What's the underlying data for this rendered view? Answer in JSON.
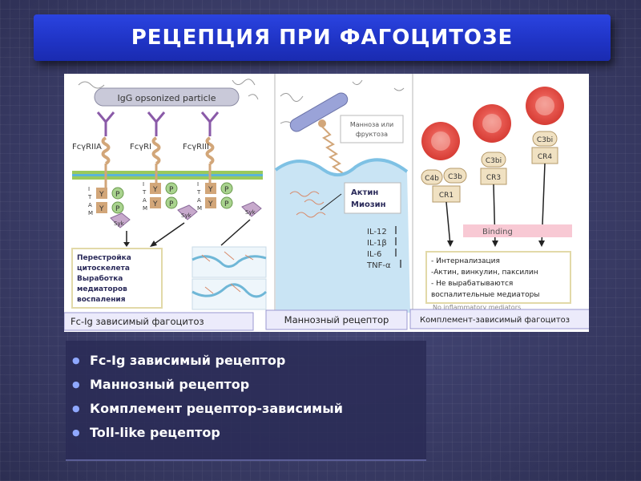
{
  "title": "РЕЦЕПЦИЯ ПРИ ФАГОЦИТОЗЕ",
  "figure": {
    "panel1": {
      "particle_label": "IgG opsonized particle",
      "receptors": [
        "FcγRIIA",
        "FcγRI",
        "FcγRIII"
      ],
      "itam": [
        "I",
        "T",
        "A",
        "M"
      ],
      "y_label": "Y",
      "p_label": "P",
      "syk_label": "Syk",
      "box_lines": [
        "Перестройка",
        "цитоскелета",
        "Выработка",
        "медиаторов",
        "воспаления"
      ],
      "caption": "Fc-Ig зависимый фагоцитоз"
    },
    "panel2": {
      "sugar_label_1": "Манноза или",
      "sugar_label_2": "фруктоза",
      "actin_label": "Актин",
      "myosin_label": "Миозин",
      "cytokines": [
        "IL-12",
        "IL-1β",
        "IL-6",
        "TNF-α"
      ],
      "caption": "Маннозный рецептор"
    },
    "panel3": {
      "c4b": "C4b",
      "c3b": "C3b",
      "c3bi_1": "C3bi",
      "c3bi_2": "C3bi",
      "cr1": "CR1",
      "cr3": "CR3",
      "cr4": "CR4",
      "binding": "Binding",
      "box_lines": [
        "- Интернализация",
        "-Актин, винкулин, паксилин",
        "- Не вырабатываются",
        "воспалительные медиаторы"
      ],
      "hidden_text": "No inflammatory mediators",
      "caption": "Комплемент-зависимый фагоцитоз"
    }
  },
  "bullets": [
    "Fc-Ig зависимый рецептор",
    "Маннозный рецептор",
    "Комплемент рецептор-зависимый",
    "Toll-like рецептор"
  ],
  "colors": {
    "title_bg": "#2238d6",
    "receptor_purple": "#8a5aa8",
    "receptor_tan": "#d2a679",
    "membrane_green": "#9ac95a",
    "membrane_blue": "#5ab4d8",
    "phospho_green": "#a9d38e",
    "binding_pink": "#f8c9d4"
  }
}
